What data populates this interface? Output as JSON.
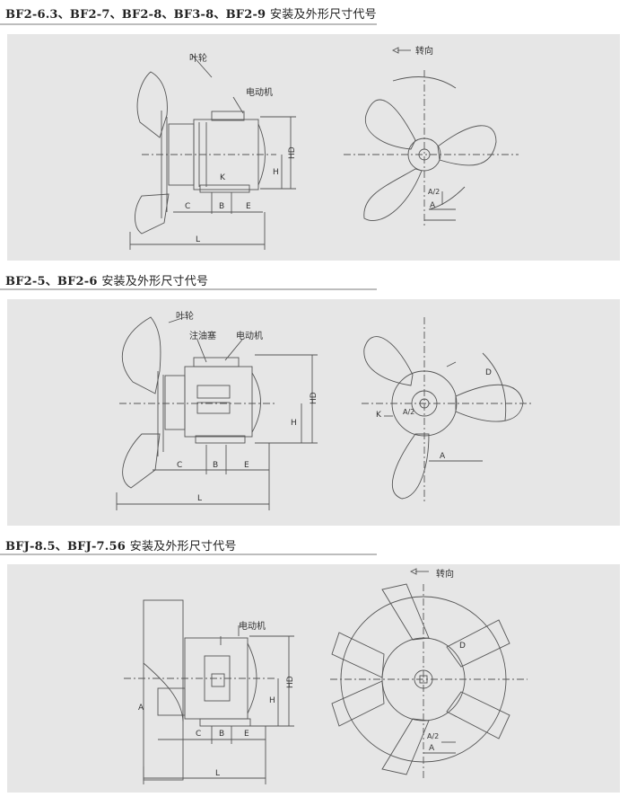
{
  "sections": [
    {
      "title_model": "BF2-6.3、BF2-7、BF2-8、BF3-8、BF2-9",
      "title_suffix": "安装及外形尺寸代号",
      "labels": {
        "impeller": "叶轮",
        "motor": "电动机",
        "direction": "转向",
        "C": "C",
        "B": "B",
        "E": "E",
        "L": "L",
        "H": "H",
        "HD": "HD",
        "K": "K",
        "A": "A",
        "A2": "A/2"
      }
    },
    {
      "title_model": "BF2-5、BF2-6",
      "title_suffix": "安装及外形尺寸代号",
      "labels": {
        "impeller": "叶轮",
        "oil_plug": "注油塞",
        "motor": "电动机",
        "C": "C",
        "B": "B",
        "E": "E",
        "L": "L",
        "H": "H",
        "HD": "HD",
        "K": "K",
        "A": "A",
        "A2": "A/2",
        "D": "D"
      }
    },
    {
      "title_model": "BFJ-8.5、BFJ-7.56",
      "title_suffix": "安装及外形尺寸代号",
      "labels": {
        "motor": "电动机",
        "direction": "转向",
        "C": "C",
        "B": "B",
        "E": "E",
        "L": "L",
        "H": "H",
        "HD": "HD",
        "A_side": "A",
        "A": "A",
        "A2": "A/2",
        "D": "D"
      }
    }
  ],
  "colors": {
    "panel": "#e6e6e6",
    "line": "#555555",
    "rule": "#bdbdbd"
  }
}
